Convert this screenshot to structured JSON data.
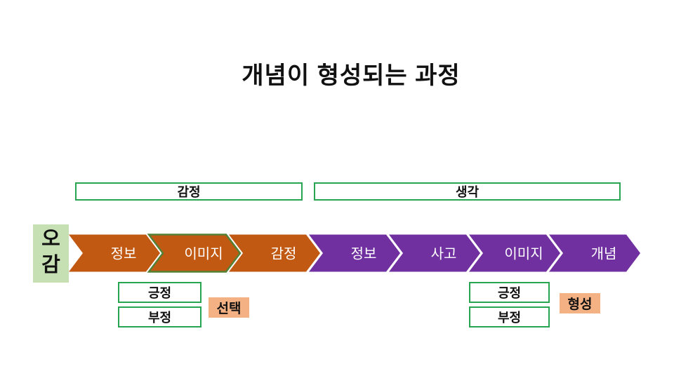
{
  "slide": {
    "title": "개념이 형성되는 과정"
  },
  "headers": {
    "emotion": "감정",
    "thought": "생각"
  },
  "source": {
    "label": "오감"
  },
  "arrows": [
    {
      "label": "정보",
      "color": "orange",
      "outlined": false
    },
    {
      "label": "이미지",
      "color": "orange",
      "outlined": true
    },
    {
      "label": "감정",
      "color": "orange",
      "outlined": false
    },
    {
      "label": "정보",
      "color": "purple",
      "outlined": false
    },
    {
      "label": "사고",
      "color": "purple",
      "outlined": false
    },
    {
      "label": "이미지",
      "color": "purple",
      "outlined": false
    },
    {
      "label": "개념",
      "color": "purple",
      "outlined": false
    }
  ],
  "emotion_branch": {
    "positive": "긍정",
    "negative": "부정",
    "tag": "선택"
  },
  "thought_branch": {
    "positive": "긍정",
    "negative": "부정",
    "tag": "형성"
  },
  "colors": {
    "arrow-orange": "#c25912",
    "arrow-purple": "#7030a0",
    "outline-green": "#538135",
    "border-green": "#28a550",
    "source-green": "#c6e0b4",
    "tag-salmon": "#f4b183",
    "arrow-text": "#ffffff",
    "text-dark": "#111111"
  }
}
